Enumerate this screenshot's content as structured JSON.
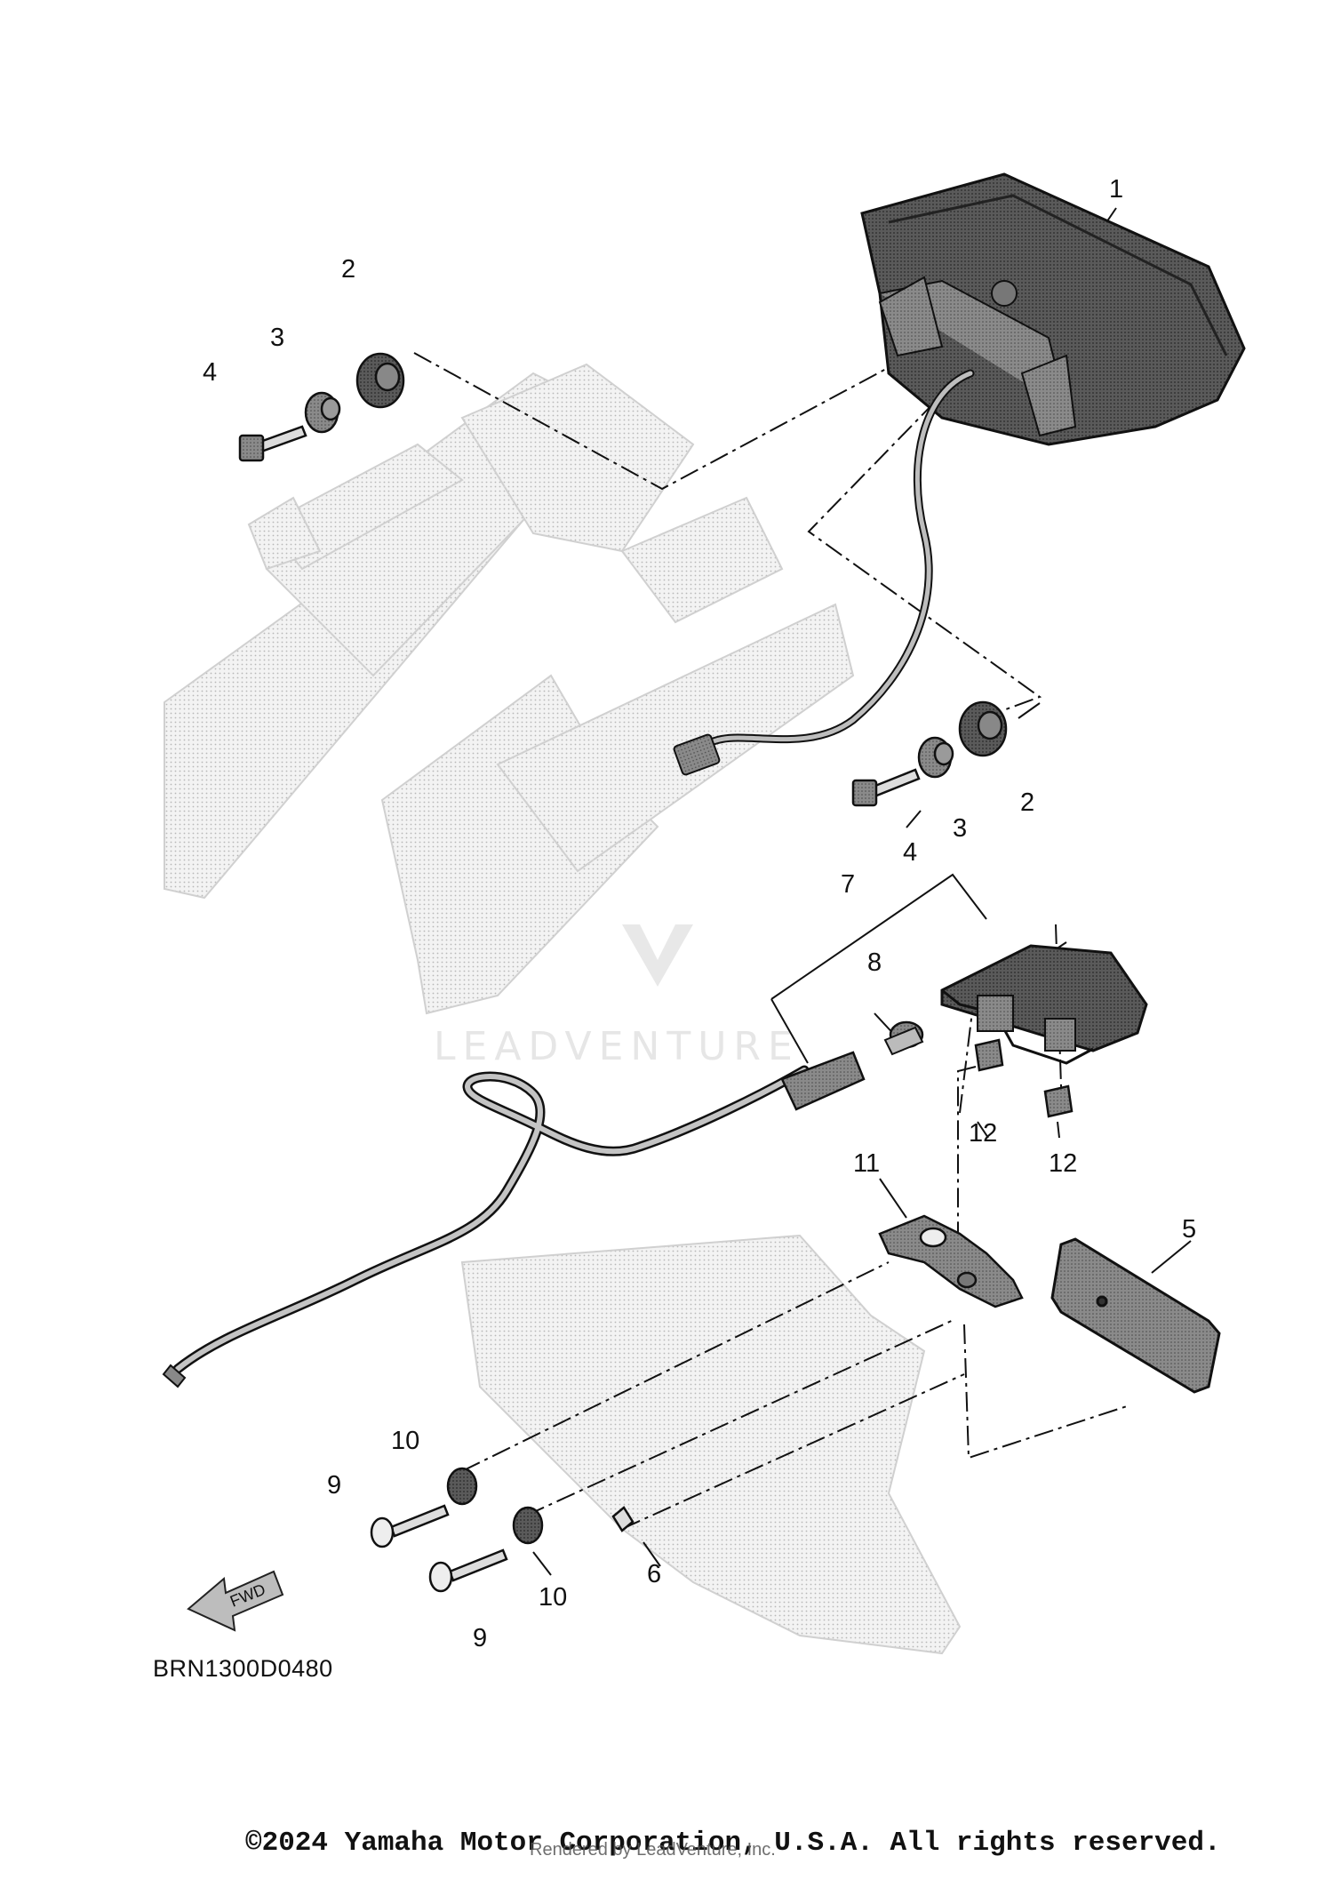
{
  "diagram": {
    "callouts": [
      "1",
      "2",
      "3",
      "4",
      "2",
      "3",
      "4",
      "7",
      "8",
      "12",
      "12",
      "11",
      "5",
      "10",
      "9",
      "10",
      "9",
      "6"
    ],
    "fwd_label": "FWD",
    "diagram_code": "BRN1300D0480",
    "watermark": "LEADVENTURE",
    "copyright": "©2024 Yamaha Motor Corporation, U.S.A. All rights reserved.",
    "rendered_by": "Rendered by LeadVenture, Inc."
  }
}
